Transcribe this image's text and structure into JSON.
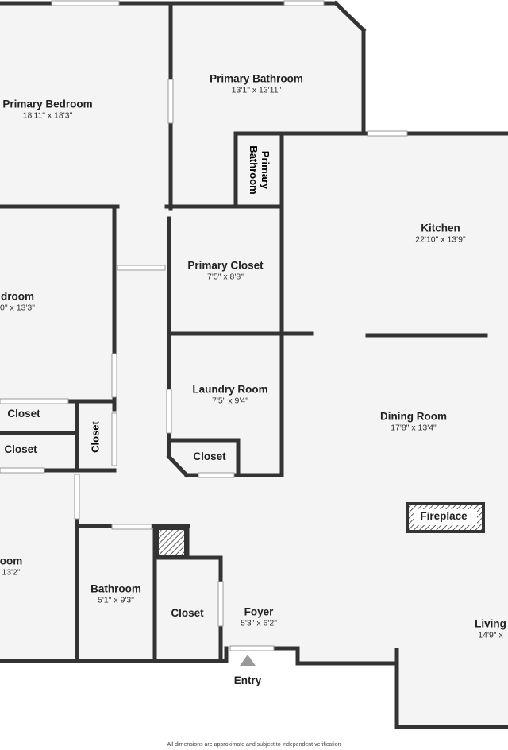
{
  "rooms": {
    "primary_bedroom": {
      "name": "Primary Bedroom",
      "dim": "18'11\" x 18'3\""
    },
    "primary_bathroom": {
      "name": "Primary Bathroom",
      "dim": "13'1\" x 13'11\""
    },
    "primary_bathroom_small": {
      "line1": "Primary",
      "line2": "Bathroom"
    },
    "kitchen": {
      "name": "Kitchen",
      "dim": "22'10\" x 13'9\""
    },
    "bedroom_left": {
      "name": "droom",
      "dim": "0\" x 13'3\""
    },
    "primary_closet": {
      "name": "Primary Closet",
      "dim": "7'5\" x 8'8\""
    },
    "laundry_room": {
      "name": "Laundry Room",
      "dim": "7'5\" x 9'4\""
    },
    "dining_room": {
      "name": "Dining Room",
      "dim": "17'8\" x 13'4\""
    },
    "closet_a": {
      "name": "Closet"
    },
    "closet_b": {
      "name": "Closet"
    },
    "closet_vertical": {
      "name": "Closet"
    },
    "closet_laundry": {
      "name": "Closet"
    },
    "fireplace": {
      "name": "Fireplace"
    },
    "room_left_lower": {
      "name": "oom",
      "dim": "13'2\""
    },
    "bathroom": {
      "name": "Bathroom",
      "dim": "5'1\" x 9'3\""
    },
    "closet_foyer": {
      "name": "Closet"
    },
    "foyer": {
      "name": "Foyer",
      "dim": "5'3\" x 6'2\""
    },
    "living": {
      "name": "Living",
      "dim": "14'9\" x"
    },
    "entry": {
      "name": "Entry"
    }
  },
  "footnote": "All dimensions are approximate and subject to independent verification",
  "colors": {
    "wall": "#333333",
    "floor": "#f4f4f4",
    "window": "#ffffff"
  }
}
